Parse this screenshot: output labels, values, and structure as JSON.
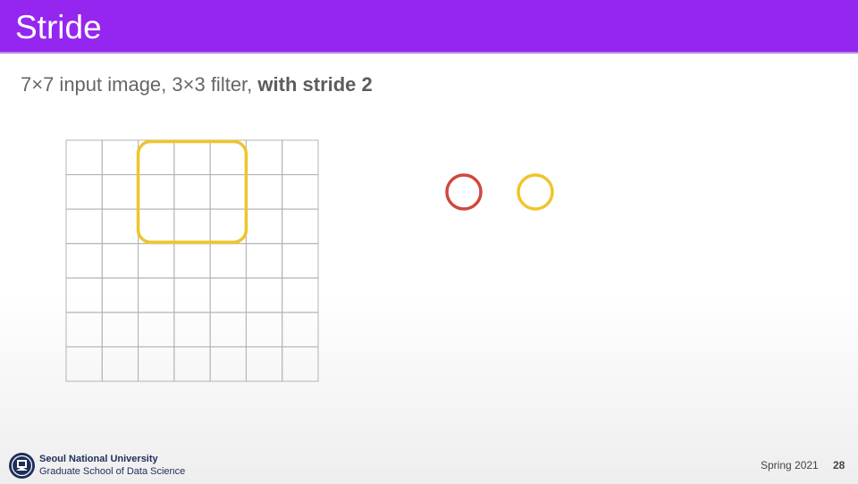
{
  "slide": {
    "title": "Stride",
    "subtitle_regular": "7×7 input image, 3×3 filter, ",
    "subtitle_bold": "with stride 2"
  },
  "figure": {
    "grid_rows": 7,
    "grid_cols": 7,
    "filter_size": 3,
    "filter_start_col": 2,
    "filter_start_row": 0,
    "grid_line_color": "#b3b3b3",
    "filter_color": "#f0c42a",
    "output_markers": [
      {
        "color": "#d0483c"
      },
      {
        "color": "#f0c42a"
      }
    ]
  },
  "footer": {
    "university": "Seoul National University",
    "school": "Graduate School of Data Science",
    "term": "Spring 2021",
    "page_number": "28",
    "logo_icon": "snu-emblem-icon"
  },
  "colors": {
    "title_bar": "#9526f0",
    "title_text": "#ffffff",
    "footer_text": "#1d2e5a"
  }
}
